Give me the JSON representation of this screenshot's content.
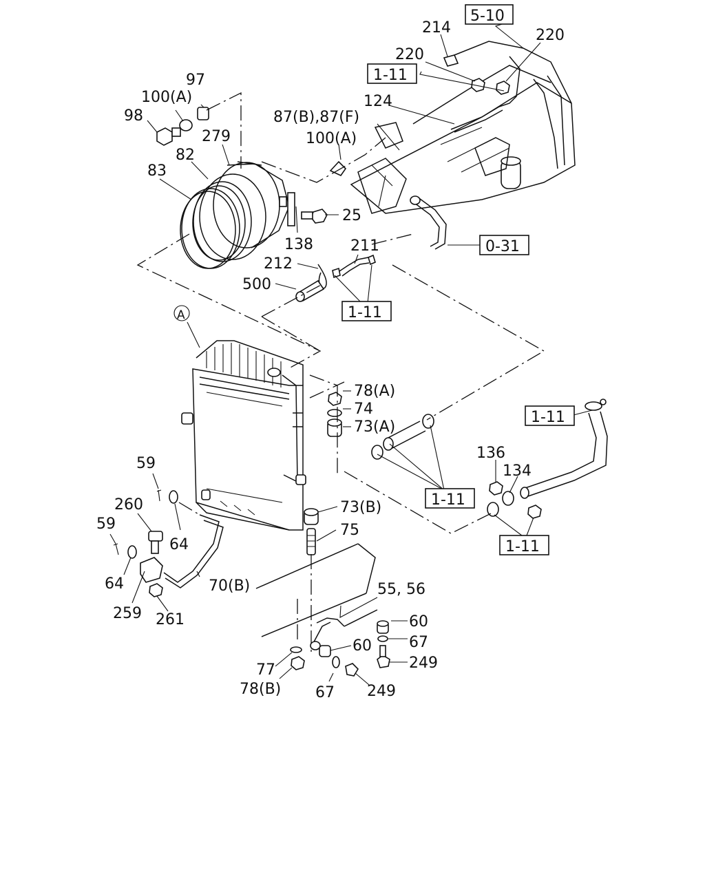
{
  "callouts": {
    "c97": "97",
    "c100a_top": "100(A)",
    "c98": "98",
    "c279": "279",
    "c82": "82",
    "c83": "83",
    "c25": "25",
    "c138": "138",
    "c87": "87(B),87(F)",
    "c100a_mid": "100(A)",
    "c124": "124",
    "c214": "214",
    "c220_a": "220",
    "c220_b": "220",
    "c211": "211",
    "c212": "212",
    "c500": "500",
    "cA": "A",
    "c78a": "78(A)",
    "c74": "74",
    "c73a": "73(A)",
    "c73b": "73(B)",
    "c75": "75",
    "c59_a": "59",
    "c59_b": "59",
    "c260": "260",
    "c64_a": "64",
    "c64_b": "64",
    "c70b": "70(B)",
    "c259": "259",
    "c261": "261",
    "c136": "136",
    "c134": "134",
    "c5556": "55, 56",
    "c60_a": "60",
    "c60_b": "60",
    "c67_a": "67",
    "c67_b": "67",
    "c249_a": "249",
    "c249_b": "249",
    "c77": "77",
    "c78b": "78(B)"
  },
  "references": {
    "r510": "5-10",
    "r111_top": "1-11",
    "r031": "0-31",
    "r111_hose": "1-11",
    "r111_right": "1-11",
    "r111_mid": "1-11",
    "r111_bottom": "1-11"
  }
}
